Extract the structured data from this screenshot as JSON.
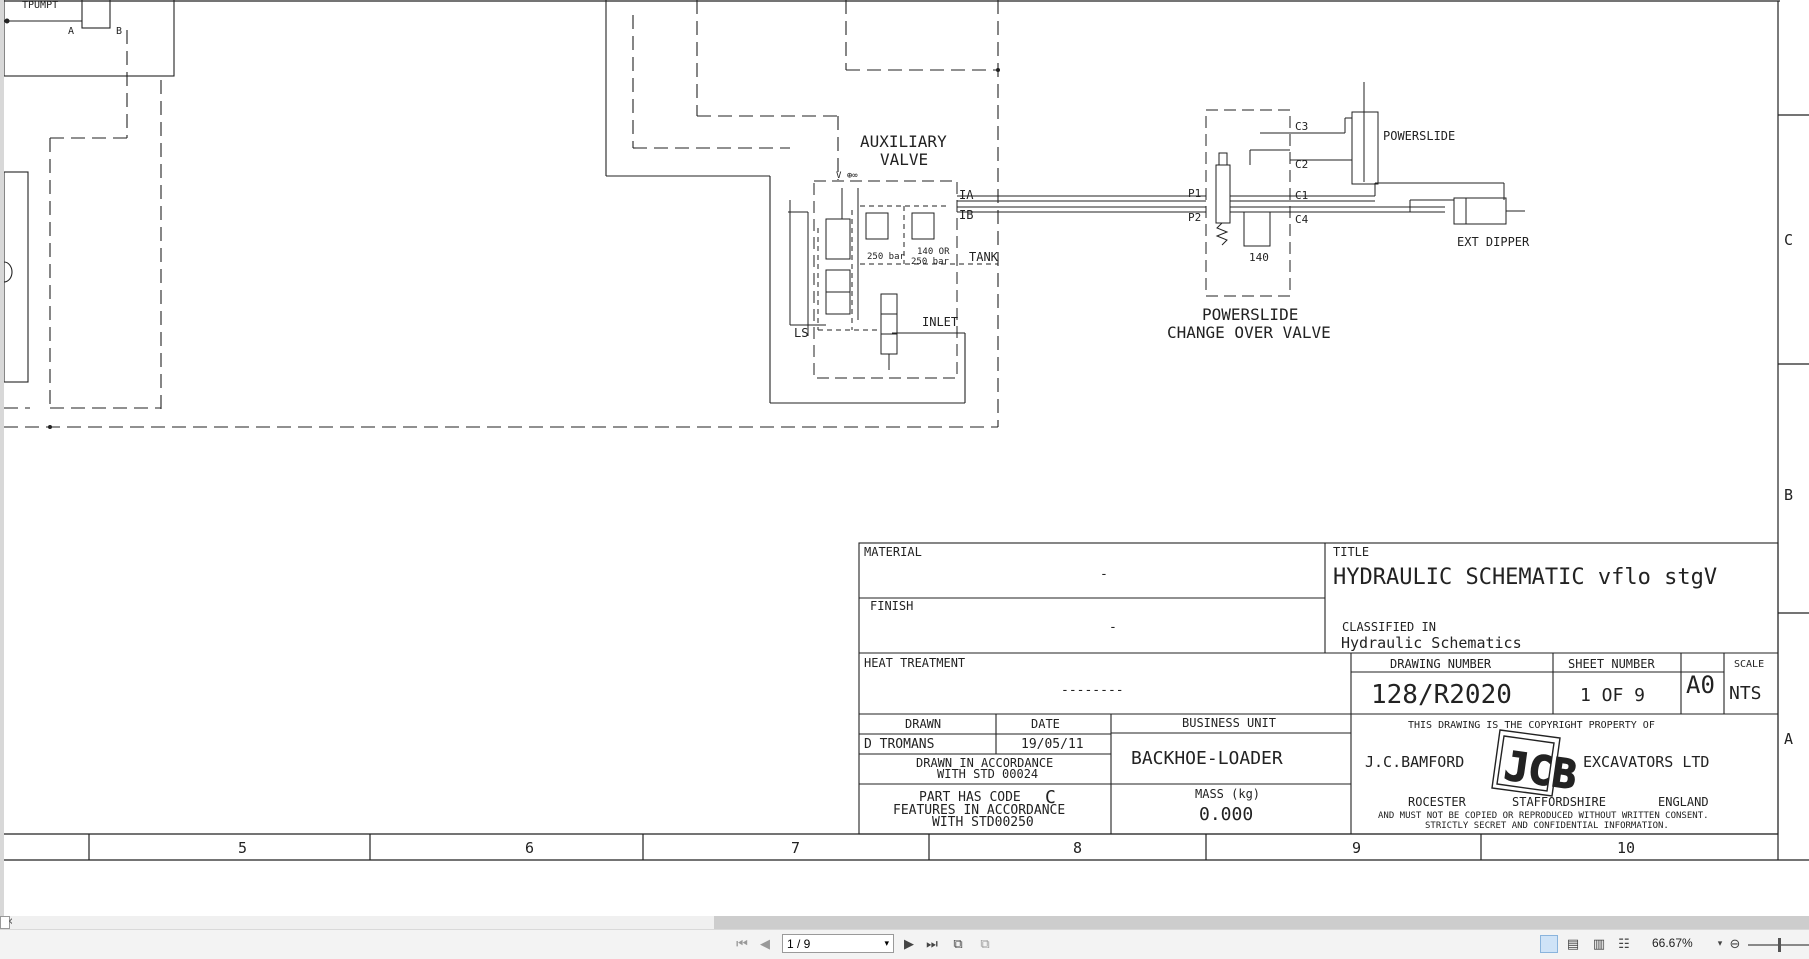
{
  "schematic": {
    "auxiliary_valve": {
      "title_line1": "AUXILIARY",
      "title_line2": "VALVE",
      "pressure_a": "250 bar",
      "pressure_b_line1": "140 OR",
      "pressure_b_line2": "250 bar",
      "port_ia": "IA",
      "port_ib": "IB",
      "port_tank": "TANK",
      "port_inlet": "INLET",
      "port_ls": "LS",
      "top_mark": "V  ⊕∞"
    },
    "powerslide_valve": {
      "title_line1": "POWERSLIDE",
      "title_line2": "CHANGE OVER VALVE",
      "port_p1": "P1",
      "port_p2": "P2",
      "port_c1": "C1",
      "port_c2": "C2",
      "port_c3": "C3",
      "port_c4": "C4",
      "relief": "140"
    },
    "powerslide_cylinder_label": "POWERSLIDE",
    "ext_dipper_label": "EXT DIPPER",
    "pump_label": "TPUMPT",
    "pump_port_a": "A",
    "pump_port_b": "B"
  },
  "title_block": {
    "material_label": "MATERIAL",
    "material_value": "-",
    "finish_label": "FINISH",
    "finish_value": "-",
    "heat_treatment_label": "HEAT TREATMENT",
    "heat_treatment_value": "--------",
    "title_label": "TITLE",
    "title_value": "HYDRAULIC SCHEMATIC vflo stgV",
    "classified_label": "CLASSIFIED IN",
    "classified_value": "Hydraulic Schematics",
    "drawing_number_label": "DRAWING NUMBER",
    "drawing_number_value": "128/R2020",
    "sheet_number_label": "SHEET NUMBER",
    "sheet_number_value": "1 OF 9",
    "size_value": "A0",
    "scale_label": "SCALE",
    "scale_value": "NTS",
    "drawn_label": "DRAWN",
    "drawn_value": "D TROMANS",
    "date_label": "DATE",
    "date_value": "19/05/11",
    "accordance_line1": "DRAWN IN ACCORDANCE",
    "accordance_line2": "WITH STD 00024",
    "business_unit_label": "BUSINESS UNIT",
    "business_unit_value": "BACKHOE-LOADER",
    "part_code_prefix": "PART HAS CODE",
    "part_code_value": "C",
    "features_line1": "FEATURES IN ACCORDANCE",
    "features_line2": "WITH STD00250",
    "mass_label": "MASS (kg)",
    "mass_value": "0.000",
    "copyright_line": "THIS DRAWING IS THE COPYRIGHT PROPERTY OF",
    "company_left": "J.C.BAMFORD",
    "company_right": "EXCAVATORS LTD",
    "logo_text": "JCB",
    "loc_town": "ROCESTER",
    "loc_county": "STAFFORDSHIRE",
    "loc_country": "ENGLAND",
    "notice_line1": "AND MUST NOT BE COPIED OR REPRODUCED WITHOUT WRITTEN CONSENT.",
    "notice_line2": "STRICTLY SECRET AND CONFIDENTIAL INFORMATION."
  },
  "grid": {
    "columns": [
      "5",
      "6",
      "7",
      "8",
      "9",
      "10"
    ],
    "rows": [
      "C",
      "B",
      "A"
    ]
  },
  "viewer": {
    "page_indicator": "1 / 9",
    "zoom": "66.67%"
  }
}
